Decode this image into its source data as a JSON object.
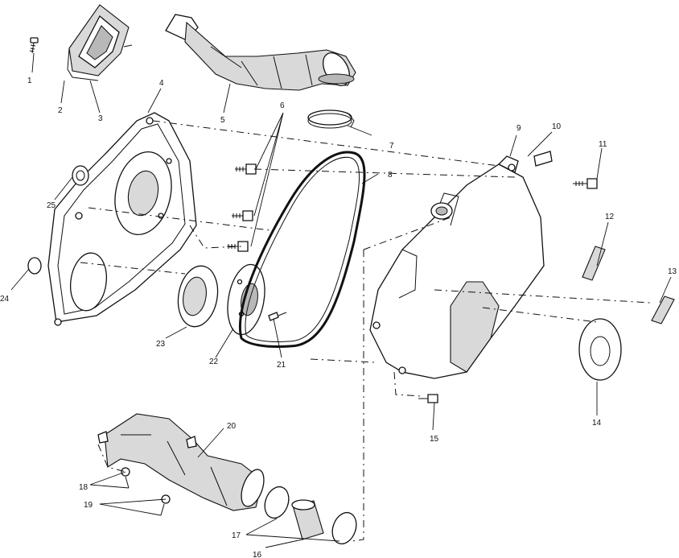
{
  "part_labels": [
    {
      "id": "1",
      "text": "1"
    },
    {
      "id": "2",
      "text": "2"
    },
    {
      "id": "3",
      "text": "3"
    },
    {
      "id": "4",
      "text": "4"
    },
    {
      "id": "5",
      "text": "5"
    },
    {
      "id": "6",
      "text": "6"
    },
    {
      "id": "7",
      "text": "7"
    },
    {
      "id": "8",
      "text": "8"
    },
    {
      "id": "9",
      "text": "9"
    },
    {
      "id": "10",
      "text": "10"
    },
    {
      "id": "11",
      "text": "11"
    },
    {
      "id": "12",
      "text": "12"
    },
    {
      "id": "13",
      "text": "13"
    },
    {
      "id": "14",
      "text": "14"
    },
    {
      "id": "15",
      "text": "15"
    },
    {
      "id": "16",
      "text": "16"
    },
    {
      "id": "17",
      "text": "17"
    },
    {
      "id": "18",
      "text": "18"
    },
    {
      "id": "19",
      "text": "19"
    },
    {
      "id": "20",
      "text": "20"
    },
    {
      "id": "21",
      "text": "21"
    },
    {
      "id": "22",
      "text": "22"
    },
    {
      "id": "23",
      "text": "23"
    },
    {
      "id": "24",
      "text": "24"
    },
    {
      "id": "25",
      "text": "25"
    }
  ]
}
